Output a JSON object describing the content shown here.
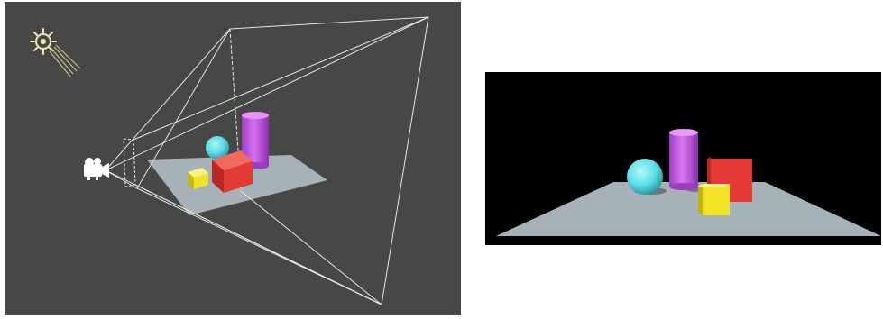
{
  "scene_view": {
    "background": "#474747",
    "light_icon": "directional-light-sun-icon",
    "camera_icon": "camera-gizmo-icon",
    "frustum_color": "#e6e6e6",
    "objects": [
      "plane",
      "sphere",
      "cylinder",
      "red-cube",
      "yellow-cube"
    ]
  },
  "game_view": {
    "background": "#000000",
    "objects": [
      "plane",
      "sphere",
      "cylinder",
      "red-cube",
      "yellow-cube"
    ]
  },
  "colors": {
    "plane": "#a7b1b8",
    "sphere": "#5ee0e8",
    "cylinder": "#c45be6",
    "red_cube": "#e33a35",
    "yellow_cube": "#f2e324",
    "light": "#f2e6b0"
  }
}
